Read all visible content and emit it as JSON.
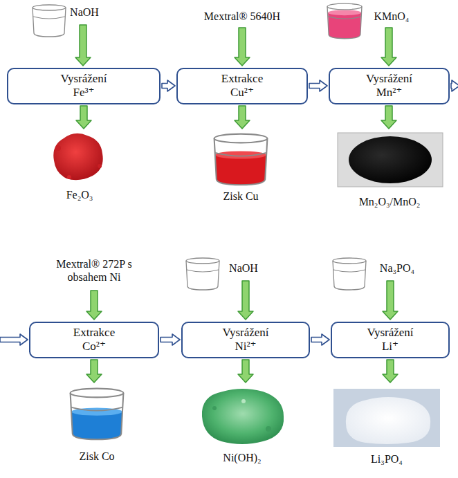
{
  "diagram": {
    "nodes": [
      {
        "text": [
          "Vysrážení Fe³⁺"
        ]
      },
      {
        "text": [
          "Extrakce Cu²⁺"
        ]
      },
      {
        "text": [
          "Vysrážení Mn²⁺"
        ]
      },
      {
        "text": [
          "Extrakce Co²⁺"
        ]
      },
      {
        "text": [
          "Vysrážení Ni²⁺"
        ]
      },
      {
        "text": [
          "Vysrážení Li⁺"
        ]
      }
    ],
    "edges": [
      {
        "from": 0,
        "to": 1,
        "arrow": "to"
      },
      {
        "from": 1,
        "to": 2,
        "arrow": "to"
      },
      {
        "from": 2,
        "to": 3,
        "arrow": "to"
      },
      {
        "from": 3,
        "to": 4,
        "arrow": "to"
      },
      {
        "from": 4,
        "to": 5,
        "arrow": "to"
      }
    ],
    "labels": [
      "NaOH",
      "Mextral® 5640H",
      "KMnO₄",
      "Fe₂O₃",
      "Zisk Cu",
      "Mn₂O₃/MnO₂",
      "Mextral® 272P s obsahem Ni",
      "NaOH",
      "Na₃PO₄",
      "Zisk Co",
      "Ni(OH)₂",
      "Li₃PO₄"
    ]
  }
}
